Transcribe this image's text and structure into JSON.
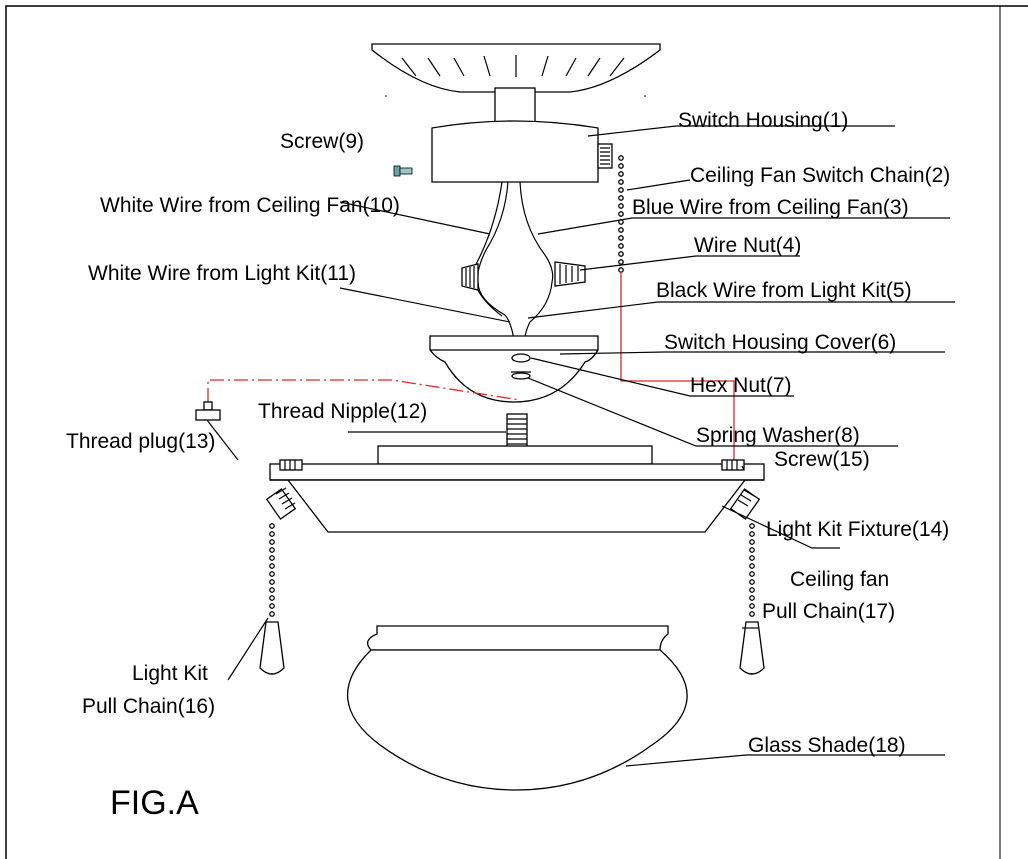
{
  "figure_label": "FIG.A",
  "labels": {
    "switch_housing": "Switch Housing(1)",
    "fan_switch_chain": "Ceiling Fan Switch Chain(2)",
    "blue_wire_fan": "Blue Wire from Ceiling Fan(3)",
    "wire_nut": "Wire Nut(4)",
    "black_wire_light": "Black Wire from Light Kit(5)",
    "switch_housing_cover": "Switch Housing Cover(6)",
    "hex_nut": "Hex Nut(7)",
    "spring_washer": "Spring Washer(8)",
    "screw_9": "Screw(9)",
    "white_wire_fan": "White Wire from Ceiling Fan(10)",
    "white_wire_light": "White Wire from Light Kit(11)",
    "thread_nipple": "Thread Nipple(12)",
    "thread_plug": "Thread plug(13)",
    "light_kit_fixture": "Light Kit Fixture(14)",
    "screw_15": "Screw(15)",
    "light_pull_chain_line1": "Light Kit",
    "light_pull_chain_line2": "Pull Chain(16)",
    "fan_pull_chain_line1": "Ceiling fan",
    "fan_pull_chain_line2": "Pull Chain(17)",
    "glass_shade": "Glass Shade(18)"
  }
}
